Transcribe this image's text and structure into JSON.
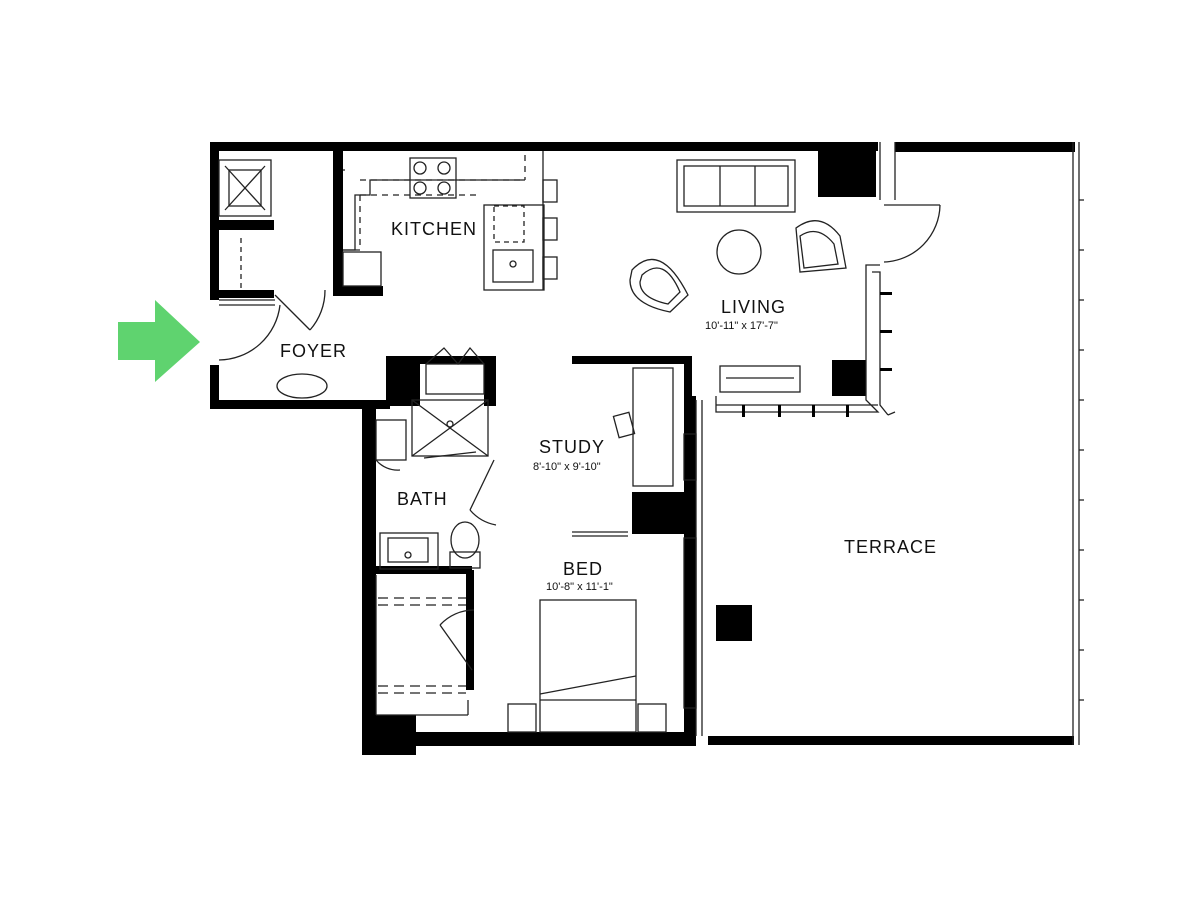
{
  "rooms": {
    "kitchen": {
      "label": "KITCHEN"
    },
    "foyer": {
      "label": "FOYER"
    },
    "living": {
      "label": "LIVING",
      "dimensions": "10'-11\" x 17'-7\""
    },
    "study": {
      "label": "STUDY",
      "dimensions": "8'-10\" x 9'-10\""
    },
    "bath": {
      "label": "BATH"
    },
    "bed": {
      "label": "BED",
      "dimensions": "10'-8\" x 11'-1\""
    },
    "terrace": {
      "label": "TERRACE"
    }
  },
  "entry_arrow": {
    "color": "#5fd36f",
    "icon": "entry-arrow-icon"
  },
  "colors": {
    "wall": "#000000",
    "line": "#222222",
    "background": "#ffffff"
  }
}
